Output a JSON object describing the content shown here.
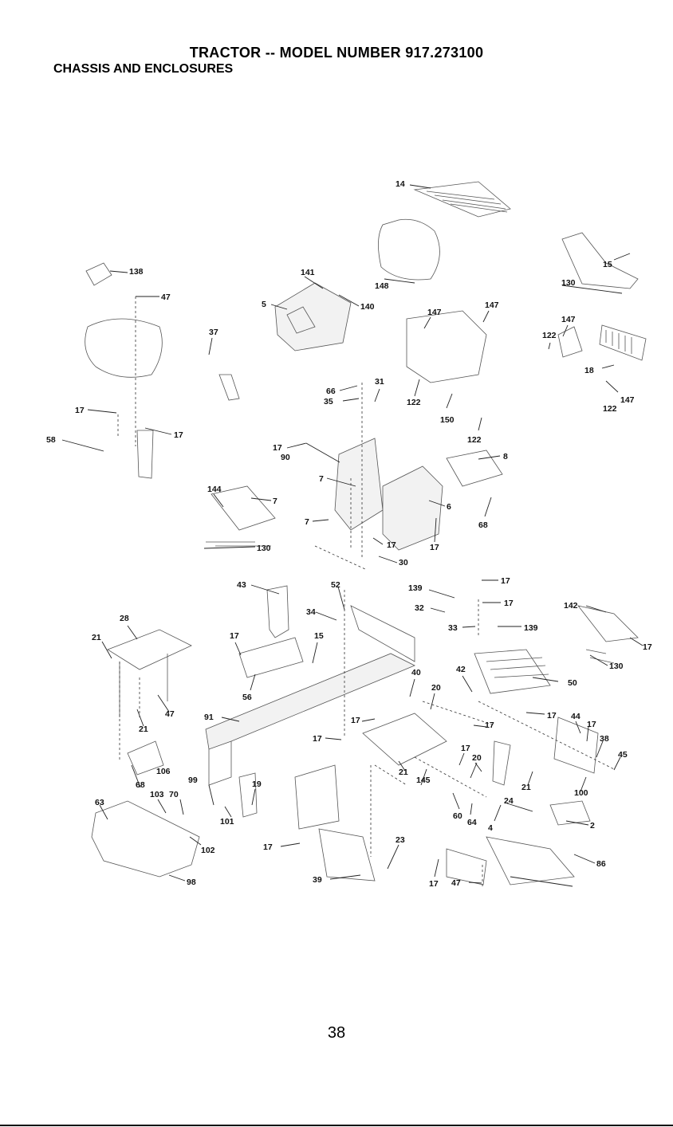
{
  "header": {
    "title": "TRACTOR -- MODEL NUMBER 917.273100",
    "subtitle": "CHASSIS AND ENCLOSURES"
  },
  "diagram": {
    "callouts": [
      "14",
      "15",
      "130",
      "138",
      "47",
      "141",
      "140",
      "5",
      "148",
      "147",
      "147",
      "147",
      "122",
      "37",
      "18",
      "147",
      "122",
      "31",
      "66",
      "35",
      "122",
      "150",
      "122",
      "17",
      "17",
      "58",
      "17",
      "90",
      "8",
      "7",
      "6",
      "68",
      "17",
      "144",
      "7",
      "7",
      "17",
      "130",
      "30",
      "43",
      "52",
      "139",
      "17",
      "32",
      "17",
      "33",
      "139",
      "142",
      "17",
      "130",
      "28",
      "34",
      "21",
      "17",
      "15",
      "40",
      "42",
      "50",
      "56",
      "20",
      "17",
      "44",
      "17",
      "47",
      "91",
      "17",
      "21",
      "17",
      "38",
      "45",
      "17",
      "17",
      "20",
      "106",
      "21",
      "21",
      "100",
      "99",
      "19",
      "68",
      "103",
      "70",
      "145",
      "24",
      "2",
      "63",
      "60",
      "64",
      "4",
      "102",
      "101",
      "17",
      "23",
      "86",
      "98",
      "39",
      "17",
      "47"
    ]
  },
  "footer": {
    "page_number": "38"
  }
}
